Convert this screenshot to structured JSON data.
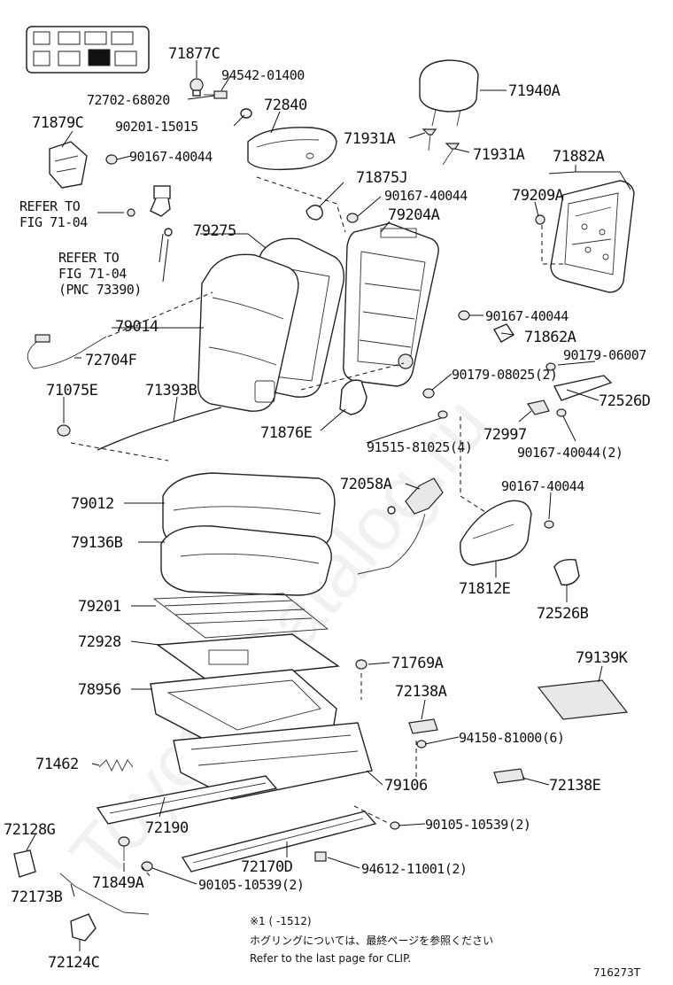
{
  "labels": {
    "l71877C": "71877C",
    "l94542": "94542-01400",
    "l72702": "72702-68020",
    "l72840": "72840",
    "l71940A": "71940A",
    "l71879C": "71879C",
    "l90201": "90201-15015",
    "l71931A_1": "71931A",
    "l71931A_2": "71931A",
    "l71882A": "71882A",
    "l90167_a": "90167-40044",
    "l71875J": "71875J",
    "l90167_b": "90167-40044",
    "l79209A": "79209A",
    "l79204A": "79204A",
    "l79275": "79275",
    "refer1a": "REFER TO",
    "refer1b": "FIG 71-04",
    "refer2a": "REFER TO",
    "refer2b": "FIG 71-04",
    "refer2c": "(PNC 73390)",
    "l79014": "79014",
    "l90167_c": "90167-40044",
    "l71862A": "71862A",
    "l90179_06007": "90179-06007",
    "l72704F": "72704F",
    "l90179_08025": "90179-08025(2)",
    "l71075E": "71075E",
    "l71393B": "71393B",
    "l72526D": "72526D",
    "l72997": "72997",
    "l71876E": "71876E",
    "l91515": "91515-81025(4)",
    "l90167_d": "90167-40044(2)",
    "l72058A": "72058A",
    "l90167_e": "90167-40044",
    "l79012": "79012",
    "l79136B": "79136B",
    "l71812E": "71812E",
    "l72526B": "72526B",
    "l79201": "79201",
    "l72928": "72928",
    "l71769A": "71769A",
    "l79139K": "79139K",
    "l78956": "78956",
    "l72138A": "72138A",
    "l94150": "94150-81000(6)",
    "l71462": "71462",
    "l79106": "79106",
    "l72138E": "72138E",
    "l72128G": "72128G",
    "l72190": "72190",
    "l90105_a": "90105-10539(2)",
    "l72170D": "72170D",
    "l94612": "94612-11001(2)",
    "l71849A": "71849A",
    "l90105_b": "90105-10539(2)",
    "l72173B": "72173B",
    "l72124C": "72124C"
  },
  "notes": {
    "footnote_mark": "※1 (     -1512)",
    "footnote_jp": "ホグリングについては、最終ページを参照ください",
    "footnote_en": "Refer to the last page for CLIP.",
    "figure_id": "716273T"
  },
  "watermark": "Toyota-Catalog.ru"
}
